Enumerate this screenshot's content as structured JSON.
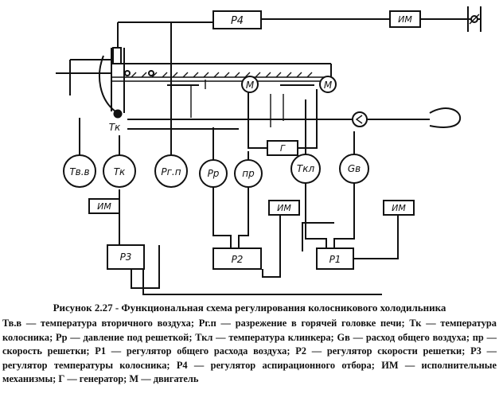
{
  "diagram": {
    "regulators": {
      "p4": "Р4",
      "p3": "Р3",
      "p2": "Р2",
      "p1": "Р1"
    },
    "actuators": {
      "top": "ИМ",
      "left": "ИМ",
      "middle": "ИМ",
      "right": "ИМ"
    },
    "sensors": {
      "tvv": "Tв.в",
      "tk": "Тк",
      "rgp": "Рг.п",
      "rp": "Рр",
      "np": "пр",
      "tkl": "Ткл",
      "gv": "Gв"
    },
    "motor": "М",
    "generator": "Г",
    "tk_point": "Тк"
  },
  "caption": "Рисунок 2.27 - Функциональная схема регулирования колосникового холодильника",
  "legend": "Тв.в — температура вторичного воздуха; Рг.п — разрежение в горячей головке печи; Тк — температура колосника; Рр — давление под решеткой; Ткл — температура клинкера; Gв — расход общего воздуха; пр — скорость решетки; Р1 — регулятор общего расхода воздуха; Р2 — регулятор скорости решетки; Р3 — регулятор температуры колосника; Р4 — регулятор аспирационного отбора; ИМ — исполнительные механизмы; Г — генератор; М — двигатель"
}
